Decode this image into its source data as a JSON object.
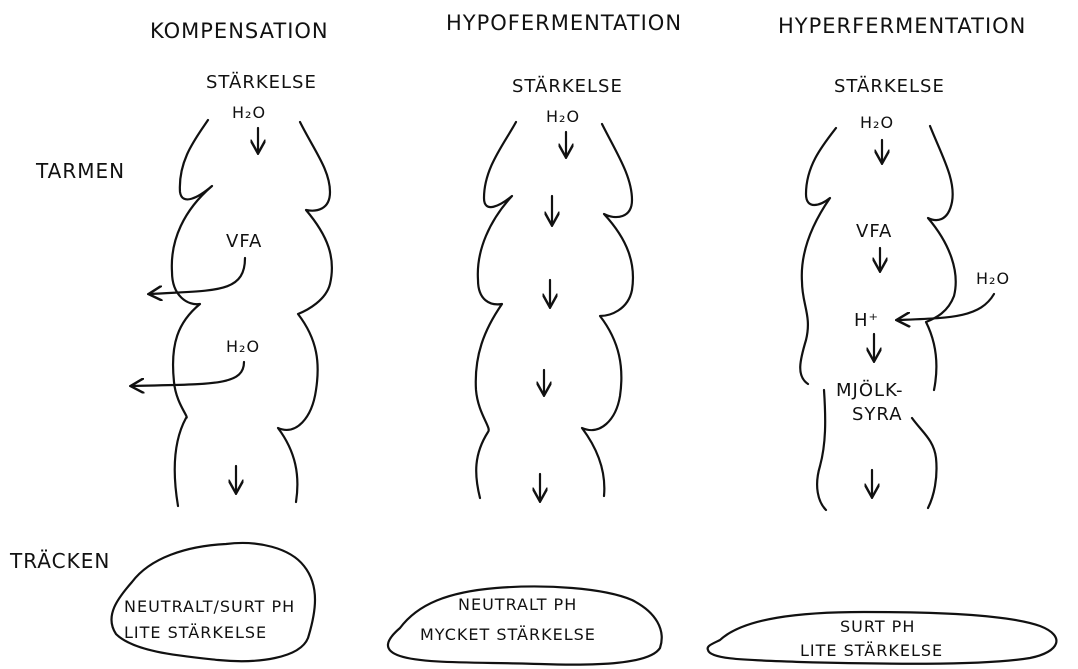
{
  "row_labels": {
    "intestine": "TARMEN",
    "feces": "TRÄCKEN"
  },
  "columns": [
    {
      "heading": "KOMPENSATION",
      "start": "STÄRKELSE",
      "water_in": "H₂O",
      "steps": [
        "VFA",
        "H₂O"
      ],
      "result_lines": [
        "NEUTRALT/SURT PH",
        "LITE STÄRKELSE"
      ]
    },
    {
      "heading": "HYPOFERMENTATION",
      "start": "STÄRKELSE",
      "water_in": "H₂O",
      "steps": [],
      "result_lines": [
        "NEUTRALT PH",
        "MYCKET STÄRKELSE"
      ]
    },
    {
      "heading": "HYPERFERMENTATION",
      "start": "STÄRKELSE",
      "water_in": "H₂O",
      "steps": [
        "VFA",
        "H⁺",
        "MJÖLK-",
        "SYRA"
      ],
      "side_input": "H₂O",
      "result_lines": [
        "SURT PH",
        "LITE STÄRKELSE"
      ]
    }
  ]
}
